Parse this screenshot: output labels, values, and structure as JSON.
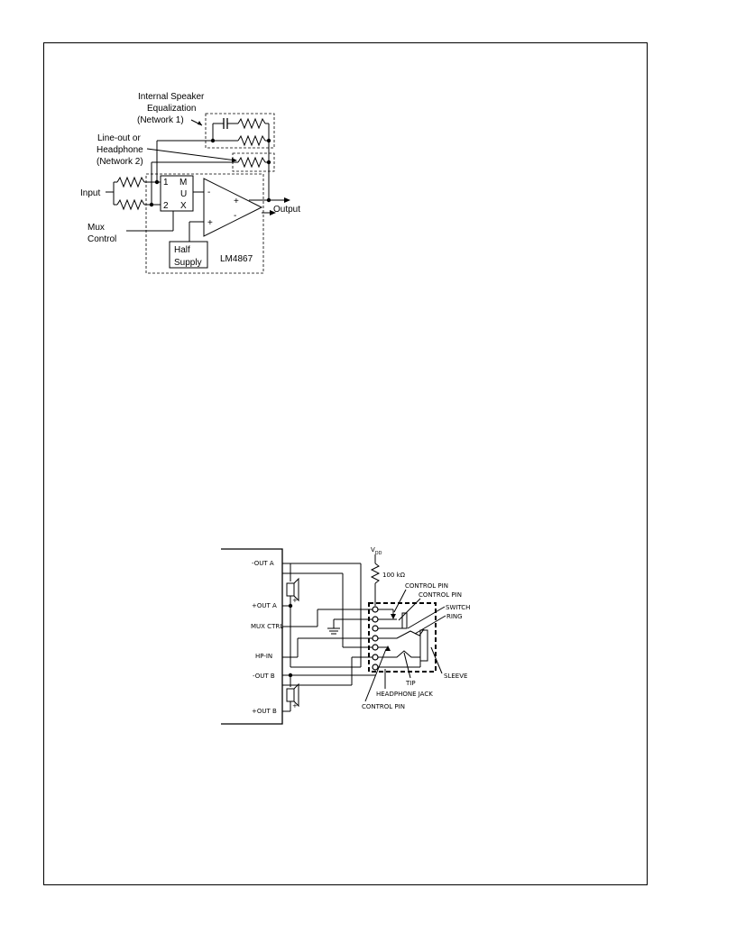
{
  "figure1": {
    "network1_label": [
      "Internal Speaker",
      "Equalization",
      "(Network 1)"
    ],
    "network2_label": [
      "Line-out or",
      "Headphone",
      "(Network 2)"
    ],
    "input_label": "Input",
    "mux_letters": [
      "M",
      "U",
      "X"
    ],
    "mux_inputs": [
      "1",
      "2"
    ],
    "amp_minus_top": "-",
    "amp_plus_top": "+",
    "amp_minus_bottom": "-",
    "amp_plus_bottom": "+",
    "output_label": "Output",
    "mux_control_label": [
      "Mux",
      "Control"
    ],
    "half_supply_label": [
      "Half",
      "Supply"
    ],
    "chip_label": "LM4867"
  },
  "figure2": {
    "pins": [
      "-OUT A",
      "+OUT A",
      "MUX CTRL",
      "HP-IN",
      "-OUT B",
      "+OUT B"
    ],
    "vdd_label": "V",
    "vdd_sub": "DD",
    "resistor_label": "100 kΩ",
    "callouts_right": [
      "CONTROL PIN",
      "CONTROL PIN",
      "SWITCH",
      "RING"
    ],
    "sleeve_label": "SLEEVE",
    "tip_label": "TIP",
    "headphone_jack_label": "HEADPHONE JACK",
    "control_pin_bottom": "CONTROL PIN",
    "speaker_plus": "+"
  }
}
